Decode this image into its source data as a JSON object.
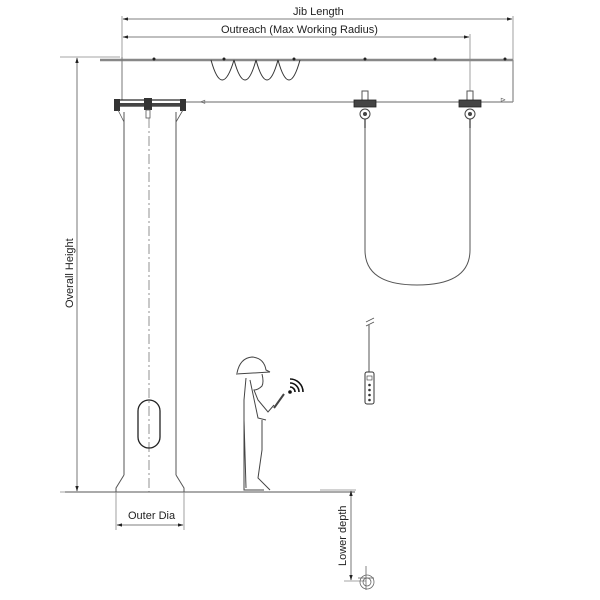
{
  "diagram": {
    "type": "jib-crane-dimension-drawing",
    "colors": {
      "line": "#555555",
      "dim_line": "#333333",
      "background": "#ffffff"
    },
    "dimensions": {
      "jib_length": "Jib Length",
      "outreach": "Outreach (Max Working Radius)",
      "overall_height": "Overall Height",
      "outer_dia": "Outer Dia",
      "lower_depth": "Lower depth"
    },
    "components": {
      "pillar": "column",
      "jib_arm": "boom",
      "festoon_cable": "festoon-loops",
      "trolley_left": "trolley",
      "trolley_right": "trolley",
      "hanging_cable": "cable-loop",
      "pendant_control": "pendant",
      "operator": "worker-with-remote",
      "hook": "hook"
    }
  }
}
